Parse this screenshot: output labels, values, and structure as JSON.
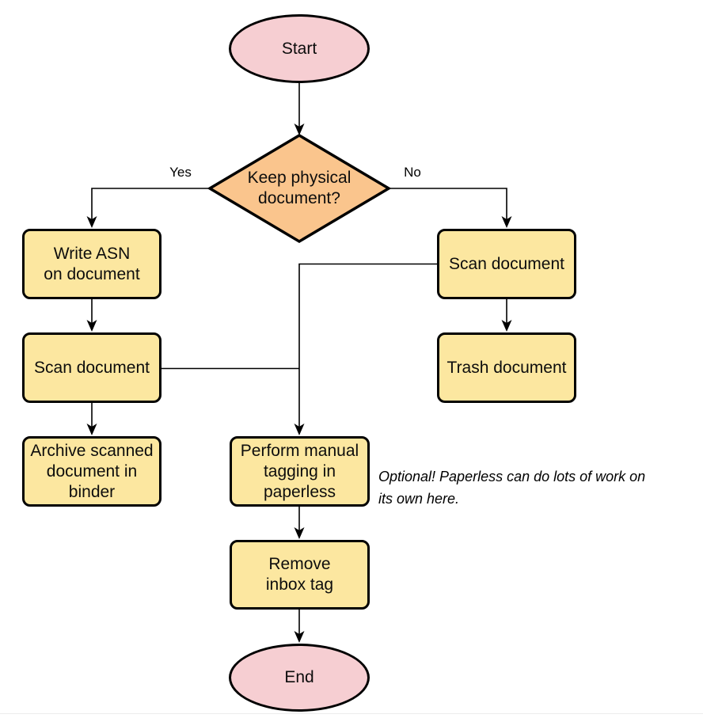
{
  "diagram": {
    "nodes": {
      "start": {
        "shape": "ellipse",
        "lines": [
          "Start"
        ]
      },
      "decision": {
        "shape": "diamond",
        "lines": [
          "Keep physical",
          "document?"
        ]
      },
      "write_asn": {
        "shape": "process",
        "lines": [
          "Write ASN",
          "on document"
        ]
      },
      "scan_left": {
        "shape": "process",
        "lines": [
          "Scan document"
        ]
      },
      "archive": {
        "shape": "process",
        "lines": [
          "Archive scanned",
          "document in",
          "binder"
        ]
      },
      "scan_right": {
        "shape": "process",
        "lines": [
          "Scan document"
        ]
      },
      "trash": {
        "shape": "process",
        "lines": [
          "Trash document"
        ]
      },
      "tagging": {
        "shape": "process",
        "lines": [
          "Perform manual",
          "tagging in",
          "paperless"
        ]
      },
      "remove_inbox": {
        "shape": "process",
        "lines": [
          "Remove",
          "inbox tag"
        ]
      },
      "end": {
        "shape": "ellipse",
        "lines": [
          "End"
        ]
      }
    },
    "edge_labels": {
      "yes": "Yes",
      "no": "No"
    },
    "note": {
      "lines": [
        "Optional! Paperless can do lots of work on",
        "its own here."
      ]
    },
    "colors": {
      "terminal_fill": "#f6ced2",
      "decision_fill": "#fac58d",
      "process_fill": "#fce7a0",
      "stroke": "#000000",
      "connector": "#000000"
    }
  }
}
